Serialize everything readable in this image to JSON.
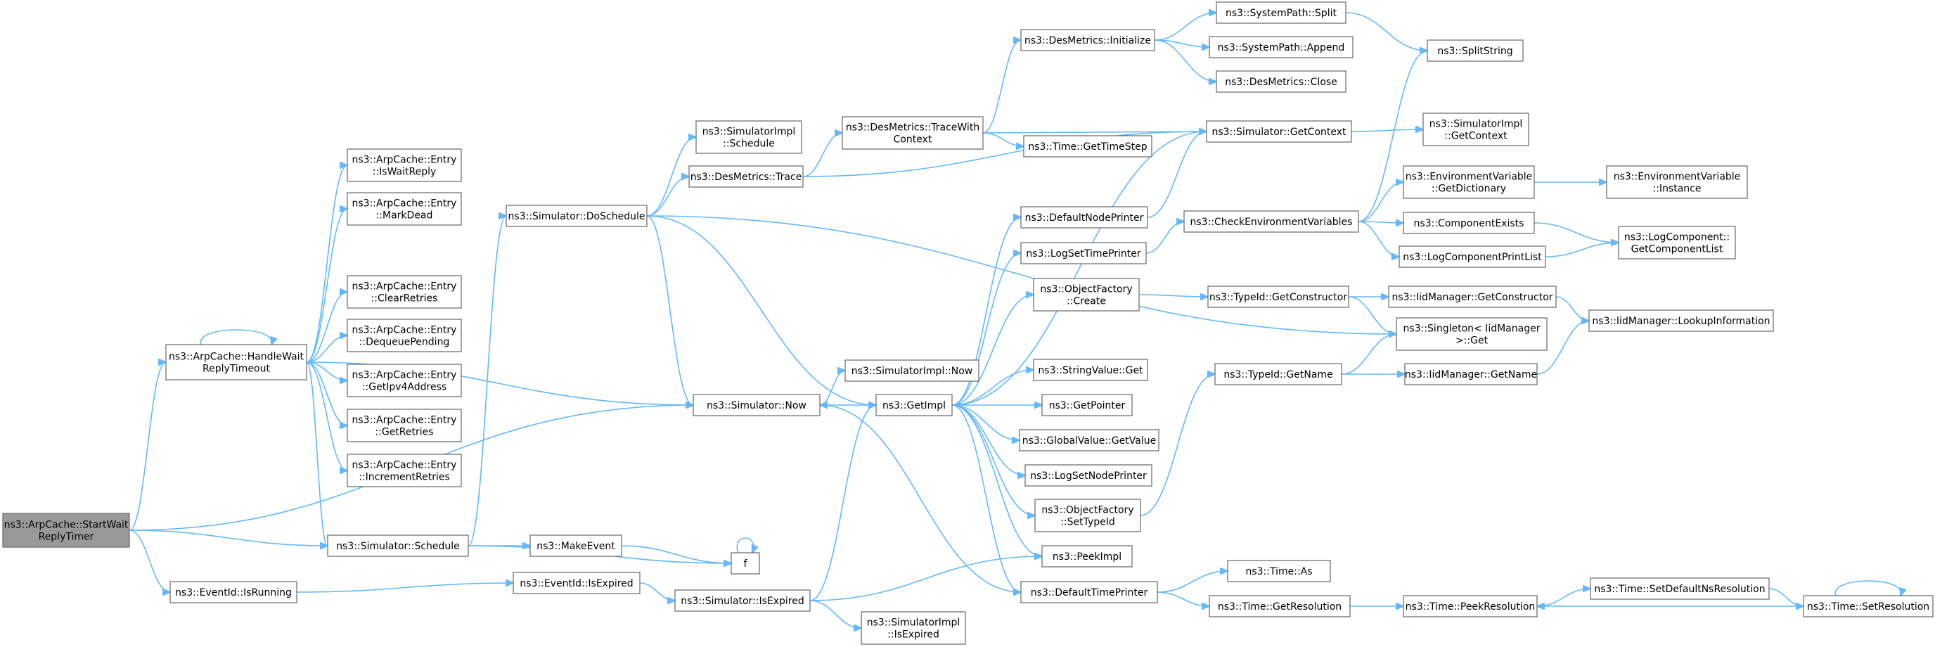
{
  "colors": {
    "edge": "#63b8ff",
    "node_fill": "#ffffff",
    "node_border": "#666666",
    "root_fill": "#999999",
    "text": "#000000"
  },
  "nodes": [
    {
      "id": "start",
      "lines": [
        "ns3::ArpCache::StartWait",
        "ReplyTimer"
      ],
      "root": true
    },
    {
      "id": "handle",
      "lines": [
        "ns3::ArpCache::HandleWait",
        "ReplyTimeout"
      ]
    },
    {
      "id": "isRunning",
      "lines": [
        "ns3::EventId::IsRunning"
      ]
    },
    {
      "id": "isWaitReply",
      "lines": [
        "ns3::ArpCache::Entry",
        "::IsWaitReply"
      ]
    },
    {
      "id": "markDead",
      "lines": [
        "ns3::ArpCache::Entry",
        "::MarkDead"
      ]
    },
    {
      "id": "clearRetries",
      "lines": [
        "ns3::ArpCache::Entry",
        "::ClearRetries"
      ]
    },
    {
      "id": "dequeuePending",
      "lines": [
        "ns3::ArpCache::Entry",
        "::DequeuePending"
      ]
    },
    {
      "id": "getIpv4",
      "lines": [
        "ns3::ArpCache::Entry",
        "::GetIpv4Address"
      ]
    },
    {
      "id": "getRetries",
      "lines": [
        "ns3::ArpCache::Entry",
        "::GetRetries"
      ]
    },
    {
      "id": "incRetries",
      "lines": [
        "ns3::ArpCache::Entry",
        "::IncrementRetries"
      ]
    },
    {
      "id": "doSchedule",
      "lines": [
        "ns3::Simulator::DoSchedule"
      ]
    },
    {
      "id": "simNow",
      "lines": [
        "ns3::Simulator::Now"
      ]
    },
    {
      "id": "simSchedule",
      "lines": [
        "ns3::Simulator::Schedule"
      ]
    },
    {
      "id": "isExpired",
      "lines": [
        "ns3::EventId::IsExpired"
      ]
    },
    {
      "id": "implSchedule",
      "lines": [
        "ns3::SimulatorImpl",
        "::Schedule"
      ]
    },
    {
      "id": "dmTrace",
      "lines": [
        "ns3::DesMetrics::Trace"
      ]
    },
    {
      "id": "makeEvent",
      "lines": [
        "ns3::MakeEvent"
      ]
    },
    {
      "id": "f",
      "lines": [
        "f"
      ]
    },
    {
      "id": "simIsExpired",
      "lines": [
        "ns3::Simulator::IsExpired"
      ]
    },
    {
      "id": "dmTraceWith",
      "lines": [
        "ns3::DesMetrics::TraceWith",
        "Context"
      ]
    },
    {
      "id": "implNow",
      "lines": [
        "ns3::SimulatorImpl::Now"
      ]
    },
    {
      "id": "getImpl",
      "lines": [
        "ns3::GetImpl"
      ]
    },
    {
      "id": "implIsExpired",
      "lines": [
        "ns3::SimulatorImpl",
        "::IsExpired"
      ]
    },
    {
      "id": "dmInit",
      "lines": [
        "ns3::DesMetrics::Initialize"
      ]
    },
    {
      "id": "getTimeStep",
      "lines": [
        "ns3::Time::GetTimeStep"
      ]
    },
    {
      "id": "defNodePrinter",
      "lines": [
        "ns3::DefaultNodePrinter"
      ]
    },
    {
      "id": "logSetTimePrinter",
      "lines": [
        "ns3::LogSetTimePrinter"
      ]
    },
    {
      "id": "ofCreate",
      "lines": [
        "ns3::ObjectFactory",
        "::Create"
      ]
    },
    {
      "id": "stringGet",
      "lines": [
        "ns3::StringValue::Get"
      ]
    },
    {
      "id": "getPointer",
      "lines": [
        "ns3::GetPointer"
      ]
    },
    {
      "id": "gvGetValue",
      "lines": [
        "ns3::GlobalValue::GetValue"
      ]
    },
    {
      "id": "logSetNodePrinter",
      "lines": [
        "ns3::LogSetNodePrinter"
      ]
    },
    {
      "id": "ofSetTypeId",
      "lines": [
        "ns3::ObjectFactory",
        "::SetTypeId"
      ]
    },
    {
      "id": "peekImpl",
      "lines": [
        "ns3::PeekImpl"
      ]
    },
    {
      "id": "defTimePrinter",
      "lines": [
        "ns3::DefaultTimePrinter"
      ]
    },
    {
      "id": "spSplit",
      "lines": [
        "ns3::SystemPath::Split"
      ]
    },
    {
      "id": "spAppend",
      "lines": [
        "ns3::SystemPath::Append"
      ]
    },
    {
      "id": "dmClose",
      "lines": [
        "ns3::DesMetrics::Close"
      ]
    },
    {
      "id": "getContext",
      "lines": [
        "ns3::Simulator::GetContext"
      ]
    },
    {
      "id": "checkEnv",
      "lines": [
        "ns3::CheckEnvironmentVariables"
      ]
    },
    {
      "id": "typeGetConstructor",
      "lines": [
        "ns3::TypeId::GetConstructor"
      ]
    },
    {
      "id": "typeGetName",
      "lines": [
        "ns3::TypeId::GetName"
      ]
    },
    {
      "id": "timeAs",
      "lines": [
        "ns3::Time::As"
      ]
    },
    {
      "id": "timeGetRes",
      "lines": [
        "ns3::Time::GetResolution"
      ]
    },
    {
      "id": "splitString",
      "lines": [
        "ns3::SplitString"
      ]
    },
    {
      "id": "implGetContext",
      "lines": [
        "ns3::SimulatorImpl",
        "::GetContext"
      ]
    },
    {
      "id": "envGetDict",
      "lines": [
        "ns3::EnvironmentVariable",
        "::GetDictionary"
      ]
    },
    {
      "id": "compExists",
      "lines": [
        "ns3::ComponentExists"
      ]
    },
    {
      "id": "logCompPrintList",
      "lines": [
        "ns3::LogComponentPrintList"
      ]
    },
    {
      "id": "iidGetConstructor",
      "lines": [
        "ns3::IidManager::GetConstructor"
      ]
    },
    {
      "id": "singletonGet",
      "lines": [
        "ns3::Singleton< IidManager",
        ">::Get"
      ]
    },
    {
      "id": "iidGetName",
      "lines": [
        "ns3::IidManager::GetName"
      ]
    },
    {
      "id": "timeSetDefaultNs",
      "lines": [
        "ns3::Time::SetDefaultNsResolution"
      ]
    },
    {
      "id": "timePeekRes",
      "lines": [
        "ns3::Time::PeekResolution"
      ]
    },
    {
      "id": "envInstance",
      "lines": [
        "ns3::EnvironmentVariable",
        "::Instance"
      ]
    },
    {
      "id": "logCompGetList",
      "lines": [
        "ns3::LogComponent::",
        "GetComponentList"
      ]
    },
    {
      "id": "iidLookup",
      "lines": [
        "ns3::IidManager::LookupInformation"
      ]
    },
    {
      "id": "timeSetRes",
      "lines": [
        "ns3::Time::SetResolution"
      ]
    }
  ],
  "edges": [
    [
      "start",
      "handle"
    ],
    [
      "start",
      "simNow"
    ],
    [
      "start",
      "simSchedule"
    ],
    [
      "start",
      "isRunning"
    ],
    [
      "handle",
      "handle"
    ],
    [
      "handle",
      "isWaitReply"
    ],
    [
      "handle",
      "markDead"
    ],
    [
      "handle",
      "clearRetries"
    ],
    [
      "handle",
      "dequeuePending"
    ],
    [
      "handle",
      "getIpv4"
    ],
    [
      "handle",
      "getRetries"
    ],
    [
      "handle",
      "incRetries"
    ],
    [
      "handle",
      "simNow"
    ],
    [
      "handle",
      "simSchedule"
    ],
    [
      "isRunning",
      "isExpired"
    ],
    [
      "doSchedule",
      "implSchedule"
    ],
    [
      "doSchedule",
      "dmTrace"
    ],
    [
      "doSchedule",
      "simNow"
    ],
    [
      "doSchedule",
      "getImpl"
    ],
    [
      "doSchedule",
      "singletonGet"
    ],
    [
      "simNow",
      "implNow"
    ],
    [
      "simNow",
      "getImpl"
    ],
    [
      "simSchedule",
      "doSchedule"
    ],
    [
      "simSchedule",
      "makeEvent"
    ],
    [
      "simSchedule",
      "f"
    ],
    [
      "isExpired",
      "simIsExpired"
    ],
    [
      "dmTrace",
      "dmTraceWith"
    ],
    [
      "dmTrace",
      "getContext"
    ],
    [
      "makeEvent",
      "f"
    ],
    [
      "f",
      "f"
    ],
    [
      "simIsExpired",
      "getImpl"
    ],
    [
      "simIsExpired",
      "peekImpl"
    ],
    [
      "simIsExpired",
      "implIsExpired"
    ],
    [
      "dmTraceWith",
      "dmInit"
    ],
    [
      "dmTraceWith",
      "getContext"
    ],
    [
      "dmTraceWith",
      "getTimeStep"
    ],
    [
      "getImpl",
      "getContext"
    ],
    [
      "getImpl",
      "defNodePrinter"
    ],
    [
      "getImpl",
      "logSetTimePrinter"
    ],
    [
      "getImpl",
      "ofCreate"
    ],
    [
      "getImpl",
      "stringGet"
    ],
    [
      "getImpl",
      "getPointer"
    ],
    [
      "getImpl",
      "gvGetValue"
    ],
    [
      "getImpl",
      "logSetNodePrinter"
    ],
    [
      "getImpl",
      "ofSetTypeId"
    ],
    [
      "getImpl",
      "peekImpl"
    ],
    [
      "getImpl",
      "defTimePrinter"
    ],
    [
      "dmInit",
      "spSplit"
    ],
    [
      "dmInit",
      "spAppend"
    ],
    [
      "dmInit",
      "dmClose"
    ],
    [
      "defNodePrinter",
      "getContext"
    ],
    [
      "logSetTimePrinter",
      "checkEnv"
    ],
    [
      "ofCreate",
      "typeGetConstructor"
    ],
    [
      "ofSetTypeId",
      "typeGetName"
    ],
    [
      "defTimePrinter",
      "simNow"
    ],
    [
      "defTimePrinter",
      "timeAs"
    ],
    [
      "defTimePrinter",
      "timeGetRes"
    ],
    [
      "spSplit",
      "splitString"
    ],
    [
      "getContext",
      "implGetContext"
    ],
    [
      "checkEnv",
      "splitString"
    ],
    [
      "checkEnv",
      "envGetDict"
    ],
    [
      "checkEnv",
      "compExists"
    ],
    [
      "checkEnv",
      "logCompPrintList"
    ],
    [
      "typeGetConstructor",
      "iidGetConstructor"
    ],
    [
      "typeGetConstructor",
      "singletonGet"
    ],
    [
      "typeGetName",
      "singletonGet"
    ],
    [
      "typeGetName",
      "iidGetName"
    ],
    [
      "timeGetRes",
      "timePeekRes"
    ],
    [
      "envGetDict",
      "envInstance"
    ],
    [
      "compExists",
      "logCompGetList"
    ],
    [
      "logCompPrintList",
      "logCompGetList"
    ],
    [
      "iidGetConstructor",
      "iidLookup"
    ],
    [
      "iidGetName",
      "iidLookup"
    ],
    [
      "timeSetDefaultNs",
      "timeSetRes"
    ],
    [
      "timePeekRes",
      "timeSetDefaultNs"
    ],
    [
      "timeSetRes",
      "timePeekRes"
    ],
    [
      "timeSetRes",
      "timeSetRes"
    ]
  ]
}
